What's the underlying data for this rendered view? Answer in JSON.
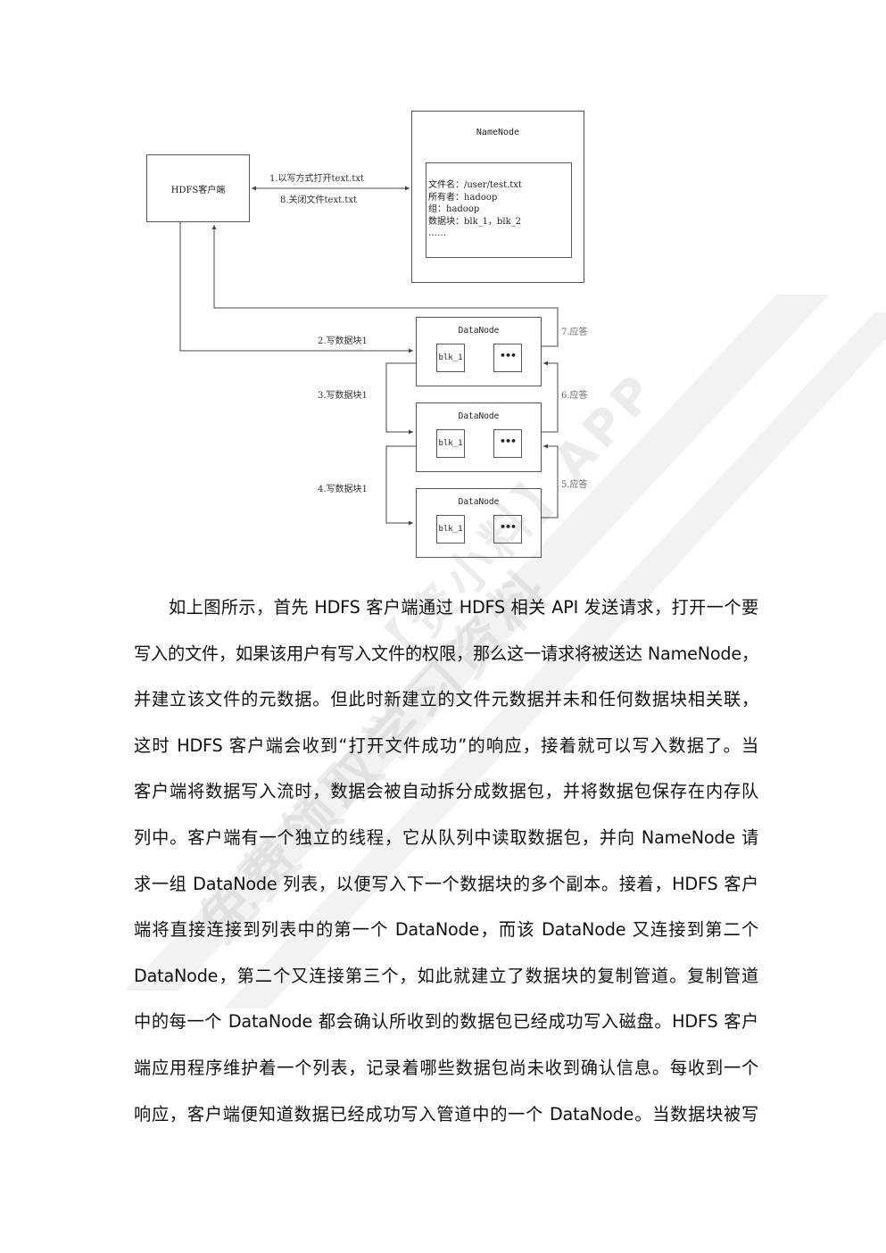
{
  "diagram": {
    "client": {
      "label": "HDFS客户端"
    },
    "namenode": {
      "title": "NameNode",
      "metadata": [
        "文件名：/user/test.txt",
        "所有者：hadoop",
        "组：hadoop",
        "数据块：blk_1，blk_2",
        "……"
      ]
    },
    "arrows": {
      "open": "1.以写方式打开text.txt",
      "close": "8.关闭文件text.txt",
      "write1": "2.写数据块1",
      "write2": "3.写数据块1",
      "write3": "4.写数据块1",
      "ack5": "5.应答",
      "ack6": "6.应答",
      "ack7": "7.应答"
    },
    "datanodes": [
      {
        "title": "DataNode",
        "block": "blk_1",
        "more": "•••"
      },
      {
        "title": "DataNode",
        "block": "blk_1",
        "more": "•••"
      },
      {
        "title": "DataNode",
        "block": "blk_1",
        "more": "•••"
      }
    ]
  },
  "body": {
    "lines": [
      "如上图所示，首先 HDFS 客户端通过 HDFS 相关 API 发送请求，打开一个要",
      "写入的文件，如果该用户有写入文件的权限，那么这一请求将被送达 NameNode，",
      "并建立该文件的元数据。但此时新建立的文件元数据并未和任何数据块相关联，",
      "这时 HDFS 客户端会收到“打开文件成功”的响应，接着就可以写入数据了。当",
      "客户端将数据写入流时，数据会被自动拆分成数据包，并将数据包保存在内存队",
      "列中。客户端有一个独立的线程，它从队列中读取数据包，并向 NameNode 请",
      "求一组 DataNode 列表，以便写入下一个数据块的多个副本。接着，HDFS 客户",
      "端将直接连接到列表中的第一个 DataNode，而该 DataNode 又连接到第二个",
      "DataNode，第二个又连接第三个，如此就建立了数据块的复制管道。复制管道",
      "中的每一个 DataNode 都会确认所收到的数据包已经成功写入磁盘。HDFS 客户",
      "端应用程序维护着一个列表，记录着哪些数据包尚未收到确认信息。每收到一个",
      "响应，客户端便知道数据已经成功写入管道中的一个 DataNode。当数据块被写"
    ]
  },
  "watermark": {
    "lines": [
      "免费领取学习资料",
      "【资小料】APP"
    ]
  }
}
